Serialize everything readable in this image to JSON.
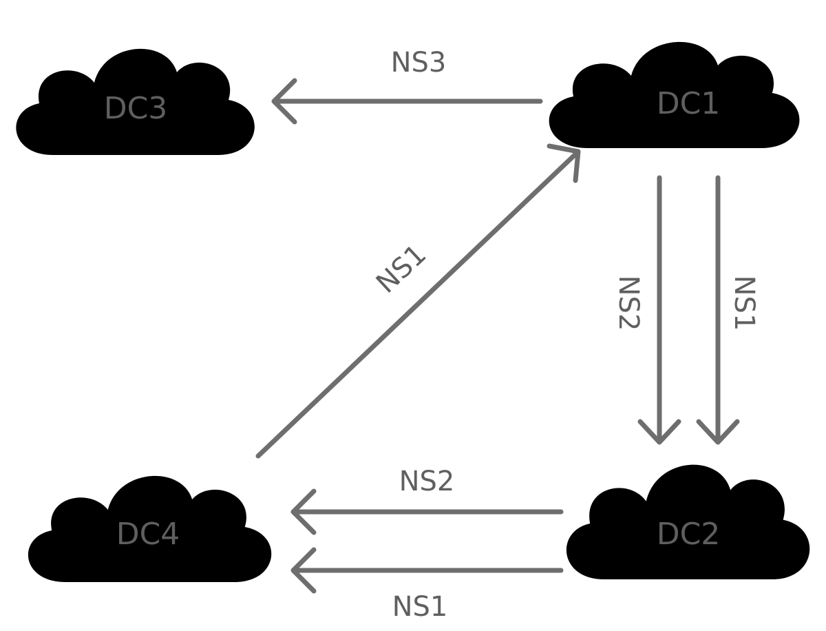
{
  "colors": {
    "cloud_outline": "#a9d4ec",
    "arrow": "#6e6e6e",
    "text": "#5f5f5f"
  },
  "nodes": {
    "dc1": "DC1",
    "dc2": "DC2",
    "dc3": "DC3",
    "dc4": "DC4"
  },
  "edges": [
    {
      "from": "DC1",
      "to": "DC3",
      "label": "NS3"
    },
    {
      "from": "DC4",
      "to": "DC1",
      "label": "NS1"
    },
    {
      "from": "DC1",
      "to": "DC2",
      "label": "NS2"
    },
    {
      "from": "DC1",
      "to": "DC2",
      "label": "NS1"
    },
    {
      "from": "DC2",
      "to": "DC4",
      "label": "NS2"
    },
    {
      "from": "DC2",
      "to": "DC4",
      "label": "NS1"
    }
  ]
}
